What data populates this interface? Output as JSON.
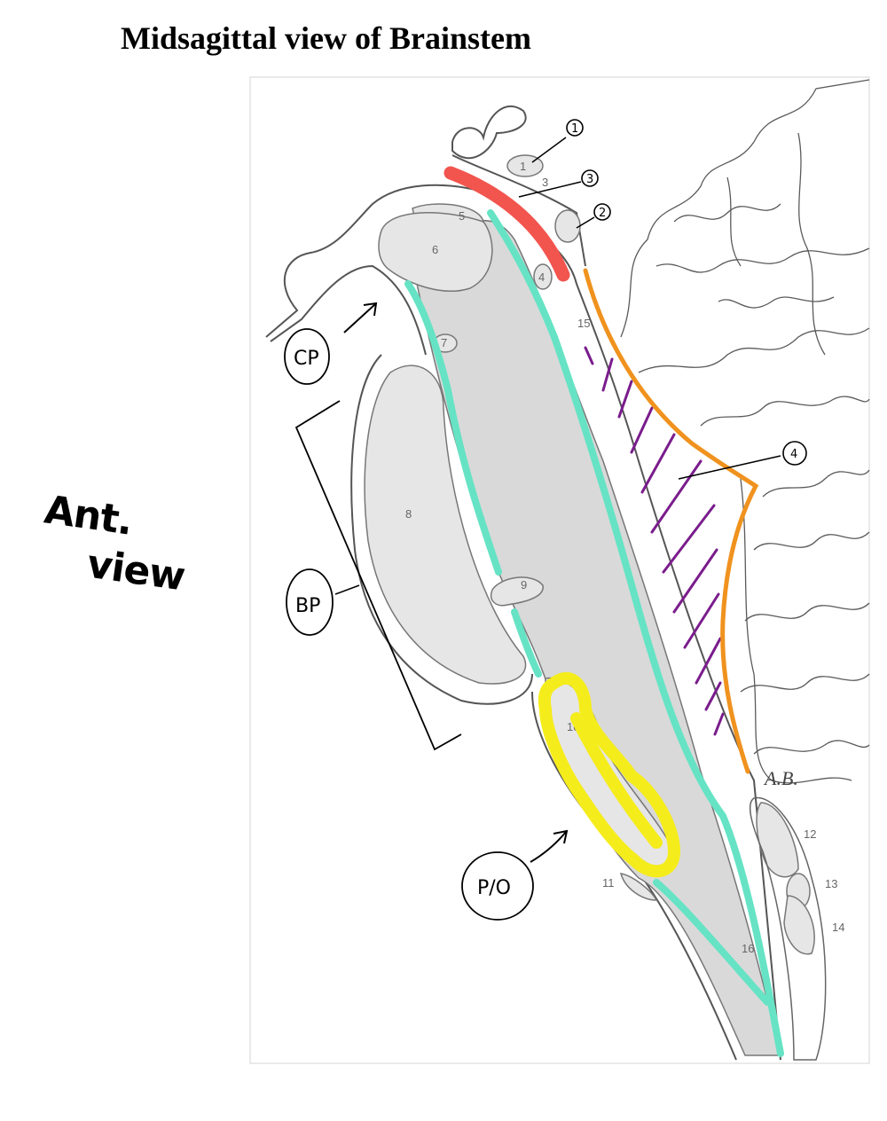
{
  "title": "Midsagittal view of Brainstem",
  "side_note": {
    "line1": "Ant.",
    "line2": "view"
  },
  "handwritten_labels": {
    "cp": "CP",
    "bp": "BP",
    "po": "P/O"
  },
  "circled_numbers": [
    "1",
    "2",
    "3",
    "4"
  ],
  "structure_numbers": [
    "1",
    "3",
    "4",
    "5",
    "6",
    "7",
    "8",
    "9",
    "10",
    "11",
    "12",
    "13",
    "14",
    "15",
    "16"
  ],
  "signature": "A.B.",
  "colors": {
    "teal": "#66e3c4",
    "red": "#f2554e",
    "orange": "#f0921e",
    "purple": "#7a1c8c",
    "yellow": "#f5ec1b",
    "gray_fill": "#d8d8d8"
  }
}
